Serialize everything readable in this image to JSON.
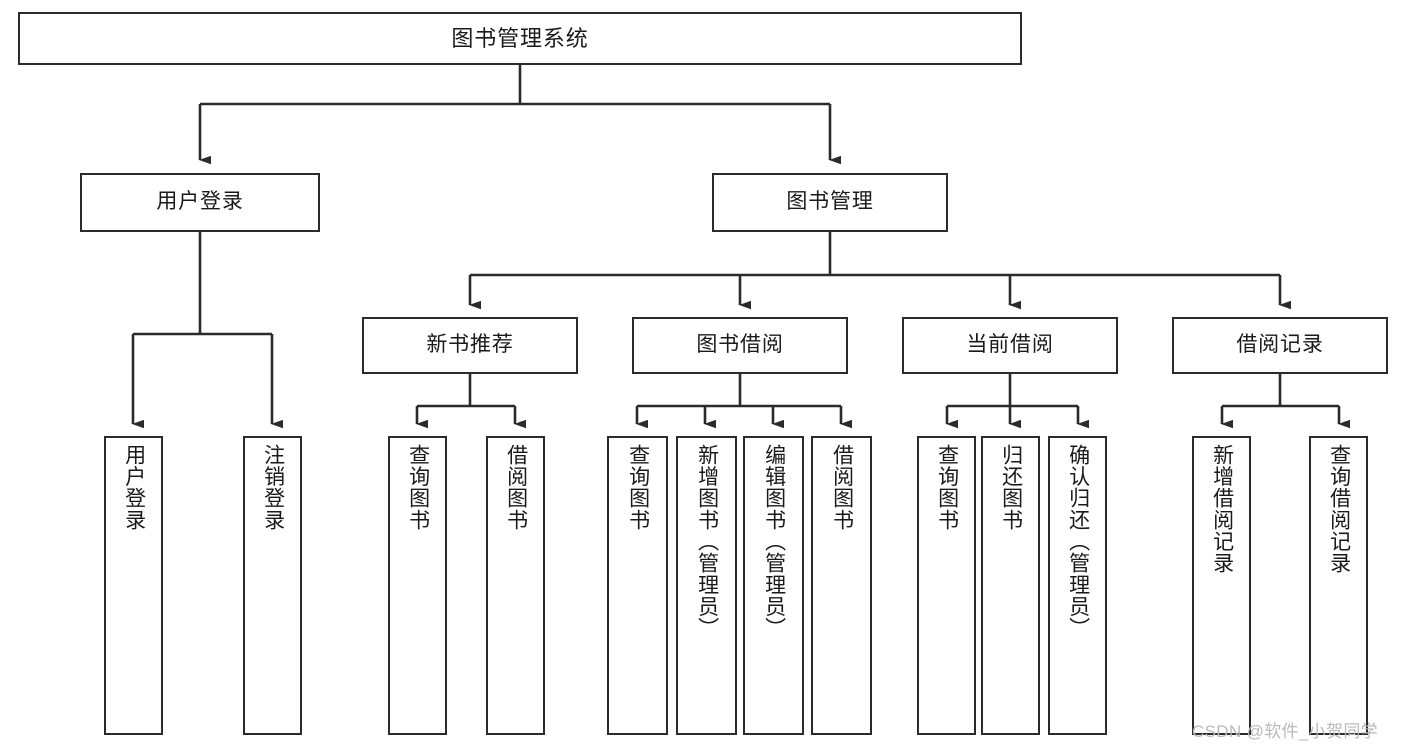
{
  "diagram": {
    "title": "图书管理系统",
    "type": "tree-hierarchy-chart",
    "colors": {
      "box_border": "#2b2b2b",
      "box_fill": "#ffffff",
      "connector": "#2b2b2b",
      "canvas": "#ffffff",
      "watermark": "#b9b9b9"
    }
  },
  "nodes": {
    "root": {
      "label": "图书管理系统"
    },
    "level1": [
      {
        "label": "用户登录"
      },
      {
        "label": "图书管理"
      }
    ],
    "level2": [
      {
        "label": "新书推荐"
      },
      {
        "label": "图书借阅"
      },
      {
        "label": "当前借阅"
      },
      {
        "label": "借阅记录"
      }
    ],
    "leaves_user_login": [
      {
        "label": "用户登录"
      },
      {
        "label": "注销登录"
      }
    ],
    "leaves_new_book": [
      {
        "label": "查询图书"
      },
      {
        "label": "借阅图书"
      }
    ],
    "leaves_borrow": [
      {
        "label": "查询图书"
      },
      {
        "label": "新增图书（管理员）"
      },
      {
        "label": "编辑图书（管理员）"
      },
      {
        "label": "借阅图书"
      }
    ],
    "leaves_current": [
      {
        "label": "查询图书"
      },
      {
        "label": "归还图书"
      },
      {
        "label": "确认归还（管理员）"
      }
    ],
    "leaves_record": [
      {
        "label": "新增借阅记录"
      },
      {
        "label": "查询借阅记录"
      }
    ]
  },
  "watermark": {
    "text": "CSDN @软件_小贺同学"
  }
}
